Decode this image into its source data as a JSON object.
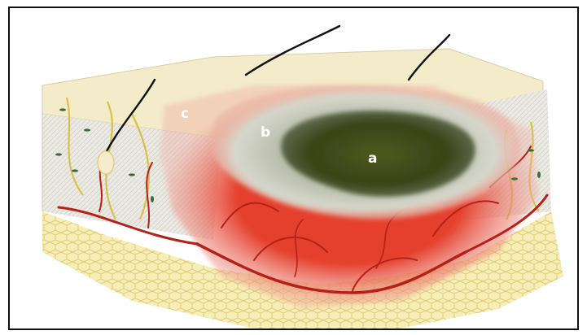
{
  "figure": {
    "labels": {
      "a": "a",
      "b": "b",
      "c": "c"
    },
    "colors": {
      "epidermis": "#f4ecc9",
      "dermis": "#e6e3dc",
      "fat": "#f3e6a0",
      "necrosis": "#3e4a1c",
      "stasis": "#c4c8b8",
      "hyperemia": "#e0392a",
      "vessels": "#b8231b",
      "nerves": "#d6c24a",
      "hair": "#111111"
    }
  }
}
